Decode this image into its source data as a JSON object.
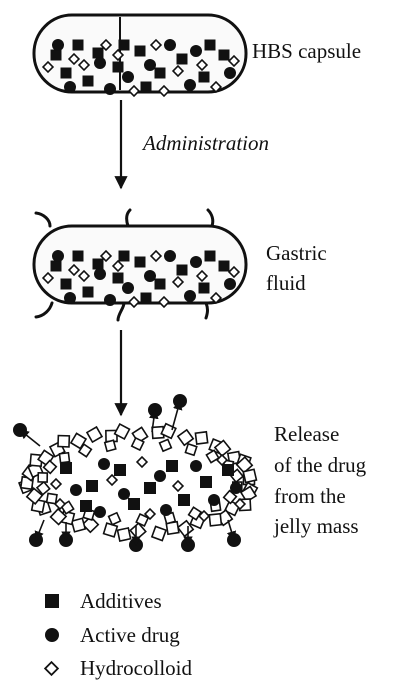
{
  "stages": {
    "capsule_label": "HBS capsule",
    "step_label": "Administration",
    "gastric_label_line1": "Gastric",
    "gastric_label_line2": "fluid",
    "release_line1": "Release",
    "release_line2": "of the drug",
    "release_line3": "from the",
    "release_line4": "jelly mass"
  },
  "legend": {
    "additives": "Additives",
    "active_drug": "Active drug",
    "hydrocolloid": "Hydrocolloid"
  },
  "colors": {
    "ink": "#111111",
    "background": "#ffffff",
    "capsule_fill": "#f4f4f4"
  }
}
